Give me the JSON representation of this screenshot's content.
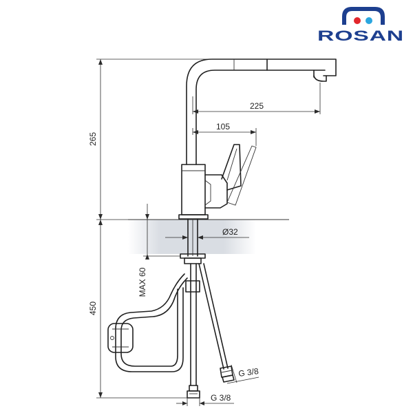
{
  "brand": {
    "name": "ROSAN",
    "colors": {
      "blue": "#1d3f8f",
      "red": "#e2262b",
      "cyan": "#2aa6df"
    }
  },
  "dimensions": {
    "height_above": "265",
    "height_below": "450",
    "spout_reach": "225",
    "handle_offset": "105",
    "diameter": "Ø32",
    "max_thickness": "MAX 60",
    "thread_left": "G 3/8",
    "thread_right": "G 3/8"
  }
}
